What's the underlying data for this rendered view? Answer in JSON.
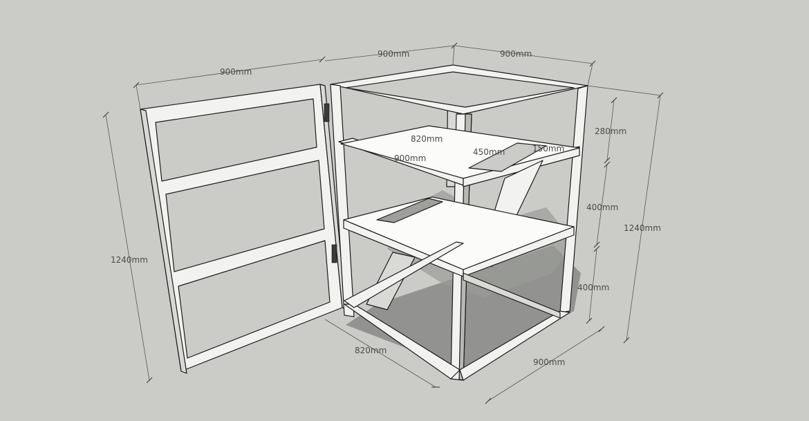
{
  "scene": {
    "background_color": "#cbccc7",
    "frame_color": "#f2f2f0",
    "shadow_color": "#8c8d8a",
    "shelf_color": "#fbfbfa"
  },
  "dimensions": {
    "door_width": "900mm",
    "top_left_width": "900mm",
    "top_right_width": "900mm",
    "door_height": "1240mm",
    "right_total_height": "1240mm",
    "top_gap": "280mm",
    "middle_gap": "400mm",
    "bottom_gap": "400mm",
    "shelf_depth": "820mm",
    "shelf_width": "900mm",
    "cutout_width": "450mm",
    "cutout_depth": "150mm",
    "base_left_depth": "820mm",
    "base_right_width": "900mm"
  }
}
